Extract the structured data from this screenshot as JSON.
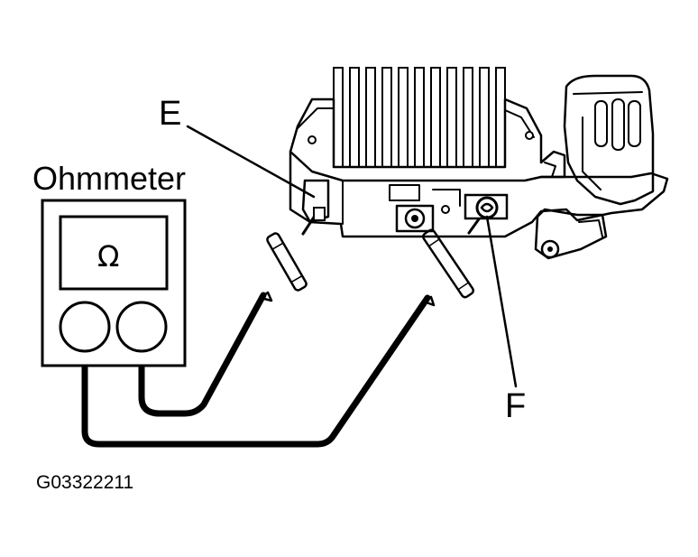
{
  "labels": {
    "meter_title": "Ohmmeter",
    "meter_symbol": "Ω",
    "terminal_e": "E",
    "terminal_f": "F",
    "figure_code": "G03322211"
  },
  "colors": {
    "ink": "#000000",
    "paper": "#ffffff"
  },
  "icons": {
    "ohmmeter": "ohmmeter-icon",
    "regulator": "voltage-regulator-icon",
    "probe": "test-probe-icon"
  }
}
